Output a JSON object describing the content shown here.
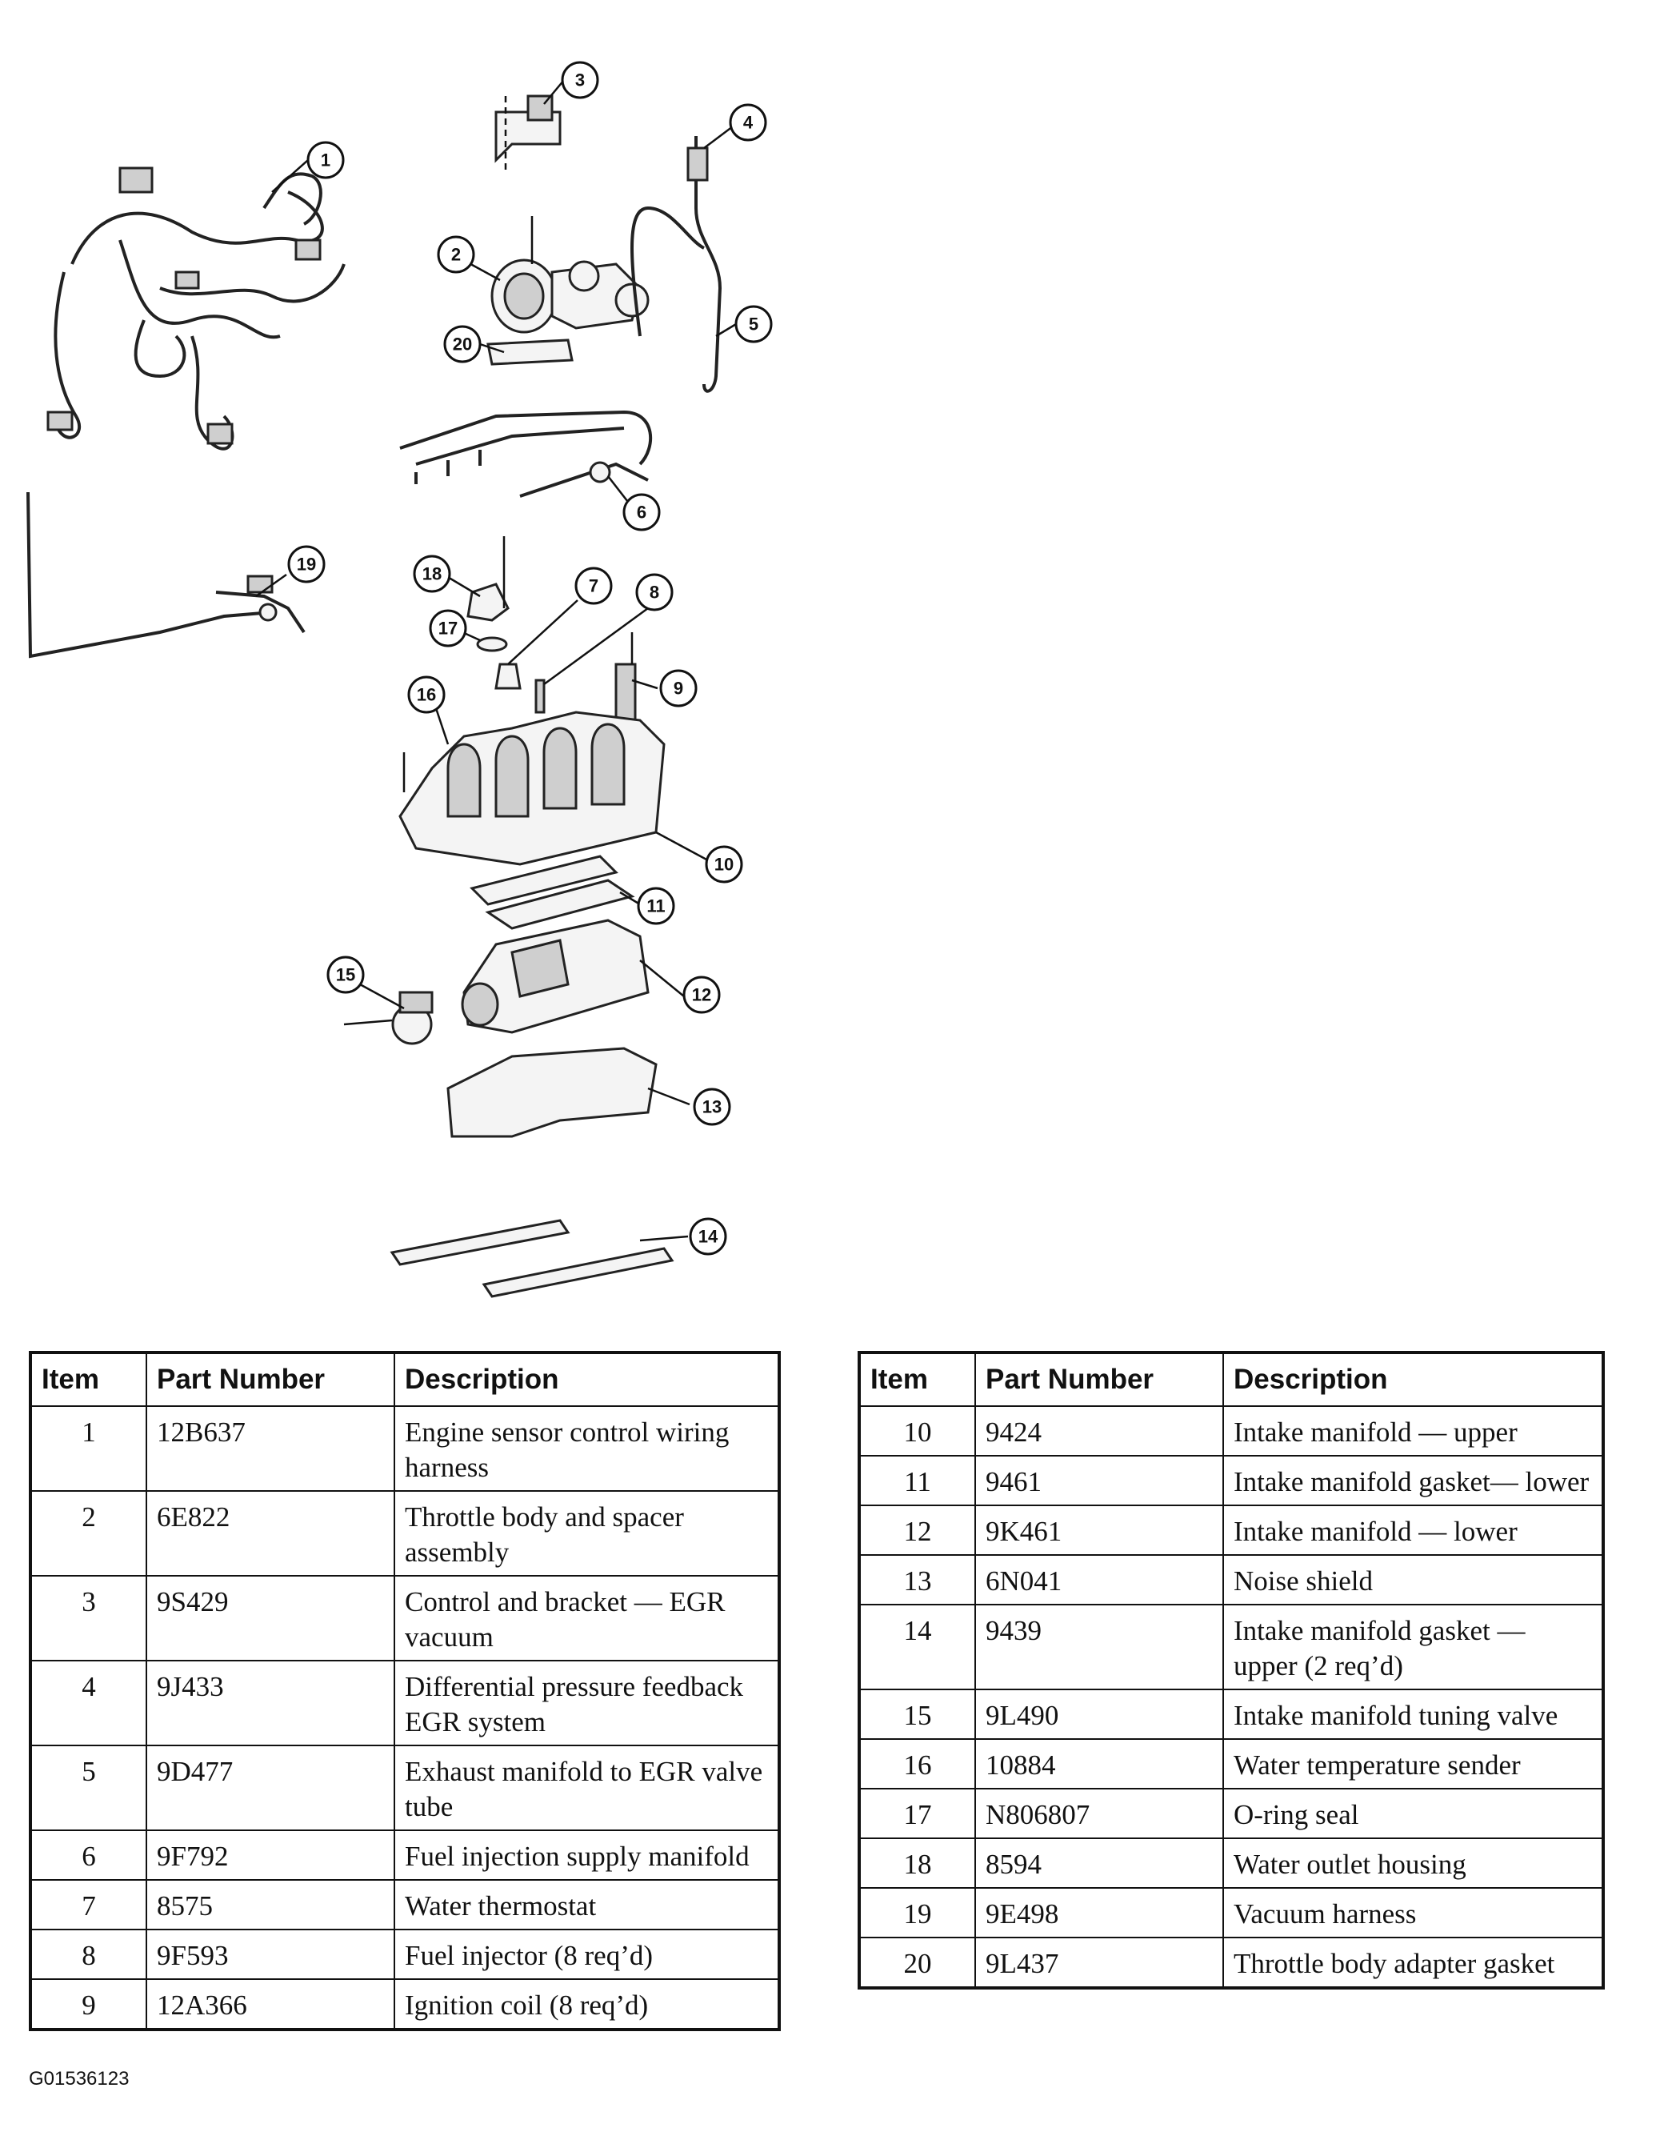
{
  "callouts": [
    "1",
    "2",
    "3",
    "4",
    "5",
    "6",
    "7",
    "8",
    "9",
    "10",
    "11",
    "12",
    "13",
    "14",
    "15",
    "16",
    "17",
    "18",
    "19",
    "20"
  ],
  "table_headers": {
    "item": "Item",
    "part_number": "Part Number",
    "description": "Description"
  },
  "parts_left": [
    {
      "item": "1",
      "part_number": "12B637",
      "description": "Engine sensor control wiring harness"
    },
    {
      "item": "2",
      "part_number": "6E822",
      "description": "Throttle body and spacer assembly"
    },
    {
      "item": "3",
      "part_number": "9S429",
      "description": "Control and bracket — EGR vacuum"
    },
    {
      "item": "4",
      "part_number": "9J433",
      "description": "Differential pressure feedback EGR system"
    },
    {
      "item": "5",
      "part_number": "9D477",
      "description": "Exhaust manifold to EGR valve tube"
    },
    {
      "item": "6",
      "part_number": "9F792",
      "description": "Fuel injection supply manifold"
    },
    {
      "item": "7",
      "part_number": "8575",
      "description": "Water thermostat"
    },
    {
      "item": "8",
      "part_number": "9F593",
      "description": "Fuel injector (8 req’d)"
    },
    {
      "item": "9",
      "part_number": "12A366",
      "description": "Ignition coil (8 req’d)"
    }
  ],
  "parts_right": [
    {
      "item": "10",
      "part_number": "9424",
      "description": "Intake manifold — upper"
    },
    {
      "item": "11",
      "part_number": "9461",
      "description": "Intake manifold gasket— lower"
    },
    {
      "item": "12",
      "part_number": "9K461",
      "description": "Intake manifold — lower"
    },
    {
      "item": "13",
      "part_number": "6N041",
      "description": "Noise shield"
    },
    {
      "item": "14",
      "part_number": "9439",
      "description": "Intake manifold gasket — upper (2 req’d)"
    },
    {
      "item": "15",
      "part_number": "9L490",
      "description": "Intake manifold tuning valve"
    },
    {
      "item": "16",
      "part_number": "10884",
      "description": "Water temperature sender"
    },
    {
      "item": "17",
      "part_number": "N806807",
      "description": "O-ring seal"
    },
    {
      "item": "18",
      "part_number": "8594",
      "description": "Water outlet housing"
    },
    {
      "item": "19",
      "part_number": "9E498",
      "description": "Vacuum harness"
    },
    {
      "item": "20",
      "part_number": "9L437",
      "description": "Throttle body adapter gasket"
    }
  ],
  "figure_id": "G01536123"
}
